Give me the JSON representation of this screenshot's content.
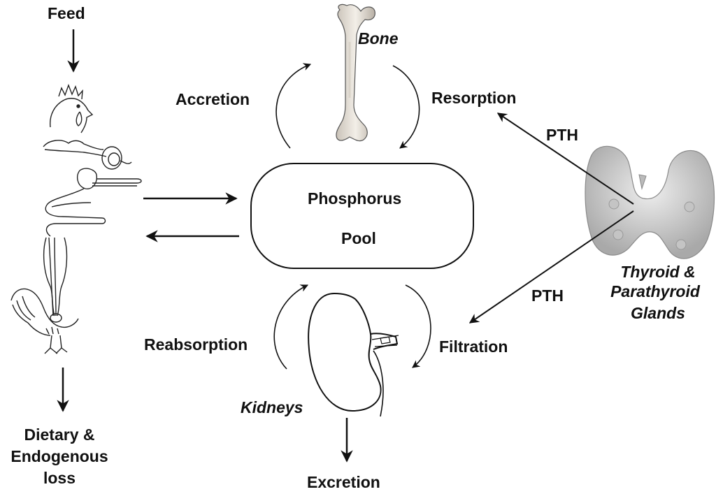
{
  "labels": {
    "feed": "Feed",
    "bone": "Bone",
    "accretion": "Accretion",
    "resorption": "Resorption",
    "pth_top": "PTH",
    "pth_bottom": "PTH",
    "pool_line1": "Phosphorus",
    "pool_line2": "Pool",
    "thyroid_line1": "Thyroid &",
    "thyroid_line2": "Parathyroid",
    "thyroid_line3": "Glands",
    "reabsorption": "Reabsorption",
    "filtration": "Filtration",
    "kidneys": "Kidneys",
    "excretion": "Excretion",
    "loss_line1": "Dietary &",
    "loss_line2": "Endogenous",
    "loss_line3": "loss"
  },
  "icons": [
    "chicken-digestive-tract-icon",
    "bone-icon",
    "kidney-icon",
    "thyroid-gland-icon"
  ]
}
